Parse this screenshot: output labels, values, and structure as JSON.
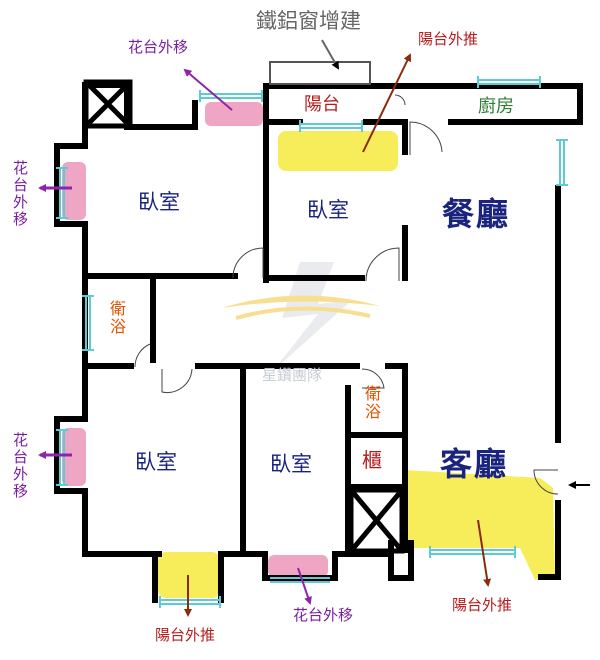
{
  "labels": {
    "alu_window": "鐵鋁窗增建",
    "balcony": "陽台",
    "kitchen": "廚房",
    "bedroom_top_left": "臥室",
    "bedroom_top_middle": "臥室",
    "bedroom_bottom_left": "臥室",
    "bedroom_bottom_middle": "臥室",
    "dining": "餐廳",
    "living": "客廳",
    "bath_left": "衛浴",
    "bath_center": "衛浴",
    "cabinet": "櫃",
    "watermark": "星鑽團隊"
  },
  "notes": {
    "flower_top": "花台外移",
    "flower_left_top": "花台外移",
    "flower_left_bottom": "花台外移",
    "flower_bottom": "花台外移",
    "balcony_push_top": "陽台外推",
    "balcony_push_bottom_left": "陽台外推",
    "balcony_push_bottom_right": "陽台外推"
  },
  "colors": {
    "wall": "#000000",
    "highlight_yellow": "#f7ec5a",
    "highlight_pink": "#eea6c4",
    "window_cyan": "#5ccbd2",
    "arrow_red": "#8b2a0f",
    "arrow_purple": "#8e24aa",
    "room_text": "#1a237e",
    "balcony_text": "#b71c1c",
    "bath_text": "#e65100",
    "kitchen_text": "#2e7d32"
  }
}
